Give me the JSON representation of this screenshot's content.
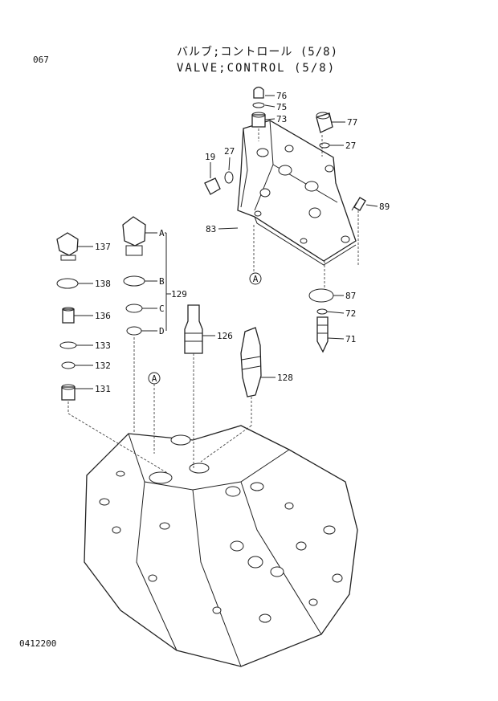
{
  "header": {
    "page_number": "067",
    "title_jp": "バルブ;コントロール (5/8)",
    "title_en": "VALVE;CONTROL (5/8)"
  },
  "footer": {
    "doc_code": "0412200"
  },
  "callouts": {
    "p76": "76",
    "p75": "75",
    "p73": "73",
    "p77": "77",
    "p27a": "27",
    "p27b": "27",
    "p19": "19",
    "p89": "89",
    "p83": "83",
    "p87": "87",
    "p72": "72",
    "p71": "71",
    "p137": "137",
    "p138": "138",
    "p136": "136",
    "p133": "133",
    "p132": "132",
    "p131": "131",
    "p129": "129",
    "p126": "126",
    "p128": "128"
  },
  "ref_letters": {
    "a": "A",
    "b": "B",
    "c": "C",
    "d": "D",
    "circ_a_upper": "A",
    "circ_a_lower": "A"
  }
}
